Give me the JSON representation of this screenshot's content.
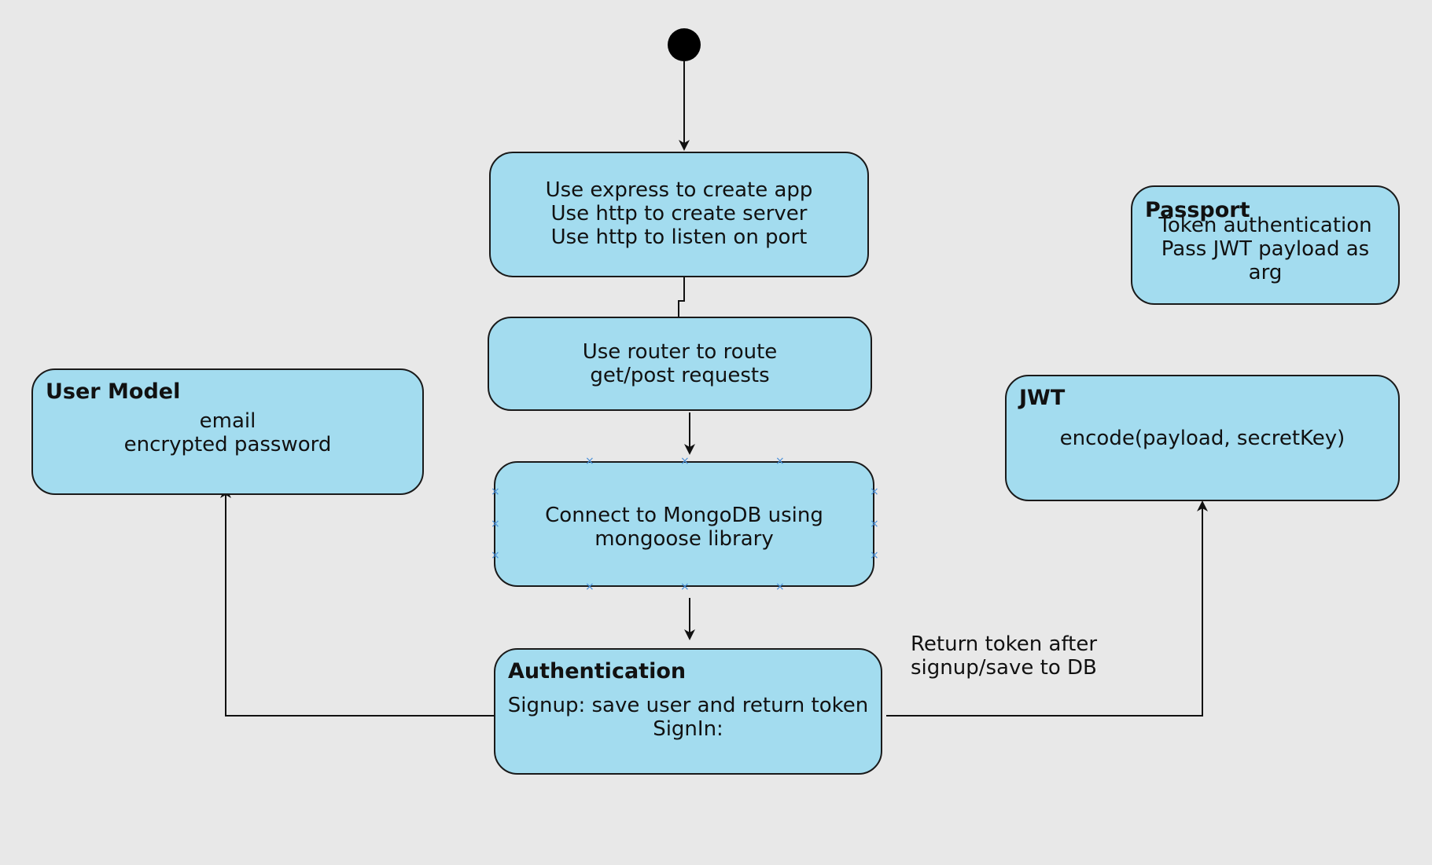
{
  "nodes": {
    "app": {
      "lines": [
        "Use express to create app",
        "Use http to create server",
        "Use http to listen on port"
      ]
    },
    "router": {
      "lines": [
        "Use router to route",
        "get/post requests"
      ]
    },
    "mongo": {
      "lines": [
        "Connect to MongoDB using",
        "mongoose library"
      ]
    },
    "auth": {
      "title": "Authentication",
      "lines": [
        "Signup: save user and return token",
        "SignIn:"
      ]
    },
    "user_model": {
      "title": "User Model",
      "lines": [
        "email",
        "encrypted password"
      ]
    },
    "jwt": {
      "title": "JWT",
      "lines": [
        "encode(payload, secretKey)"
      ]
    },
    "passport": {
      "title": "Passport",
      "lines": [
        "Token authentication",
        "Pass JWT payload as",
        "arg"
      ]
    }
  },
  "labels": {
    "return_token": [
      "Return token after",
      "signup/save to DB"
    ]
  },
  "colors": {
    "node_fill": "#a3dcef",
    "node_stroke": "#1a1a1a",
    "background": "#e8e8e8",
    "handle": "#4a90d9"
  }
}
